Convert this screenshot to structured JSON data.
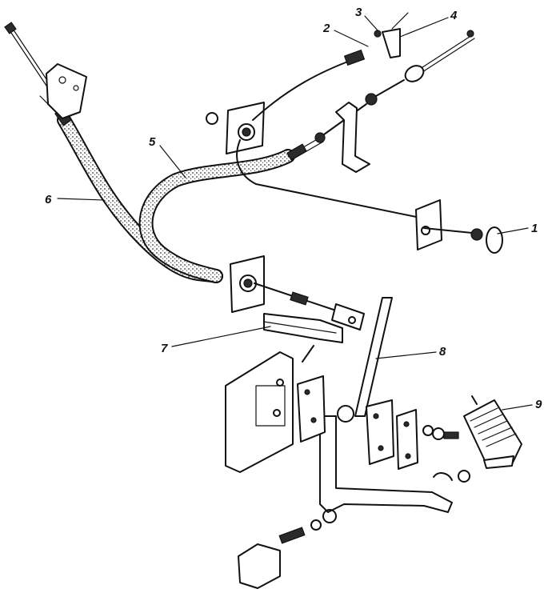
{
  "diagram": {
    "callouts": [
      {
        "id": "1",
        "label": "1"
      },
      {
        "id": "2",
        "label": "2"
      },
      {
        "id": "3",
        "label": "3"
      },
      {
        "id": "4",
        "label": "4"
      },
      {
        "id": "5",
        "label": "5"
      },
      {
        "id": "6",
        "label": "6"
      },
      {
        "id": "7",
        "label": "7"
      },
      {
        "id": "8",
        "label": "8"
      },
      {
        "id": "9",
        "label": "9"
      }
    ],
    "colors": {
      "ink": "#111111",
      "paper": "#ffffff",
      "stipple": "#9a9a9a"
    }
  }
}
